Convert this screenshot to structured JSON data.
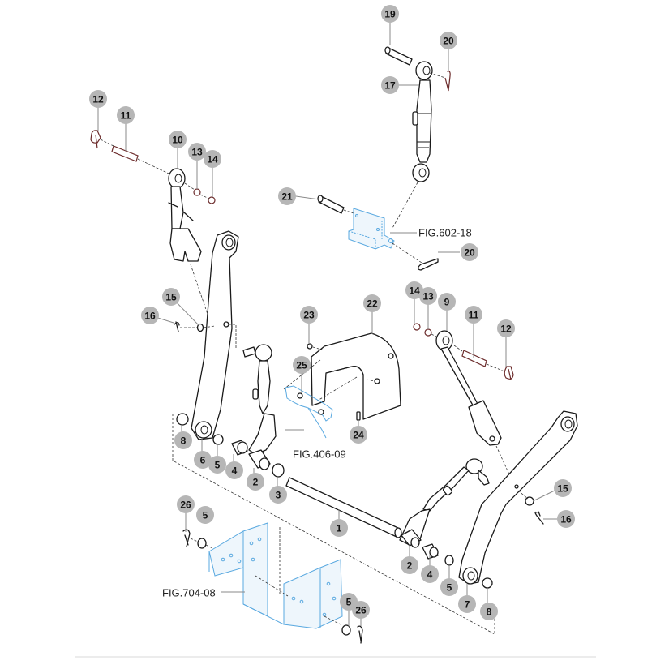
{
  "diagram": {
    "type": "exploded-parts-diagram",
    "colors": {
      "callout_bubble": "#b6b6b6",
      "callout_text": "#111111",
      "part_line": "#1a1a1a",
      "reference_figure_line": "#5aa9e0",
      "hardware_line": "#6b2a2a"
    },
    "callouts": [
      {
        "id": "c19",
        "label": "19"
      },
      {
        "id": "c20a",
        "label": "20"
      },
      {
        "id": "c17",
        "label": "17"
      },
      {
        "id": "c12a",
        "label": "12"
      },
      {
        "id": "c11a",
        "label": "11"
      },
      {
        "id": "c10",
        "label": "10"
      },
      {
        "id": "c13a",
        "label": "13"
      },
      {
        "id": "c14a",
        "label": "14"
      },
      {
        "id": "c21",
        "label": "21"
      },
      {
        "id": "c20b",
        "label": "20"
      },
      {
        "id": "c14b",
        "label": "14"
      },
      {
        "id": "c13b",
        "label": "13"
      },
      {
        "id": "c9",
        "label": "9"
      },
      {
        "id": "c11b",
        "label": "11"
      },
      {
        "id": "c12b",
        "label": "12"
      },
      {
        "id": "c15a",
        "label": "15"
      },
      {
        "id": "c16a",
        "label": "16"
      },
      {
        "id": "c23",
        "label": "23"
      },
      {
        "id": "c22",
        "label": "22"
      },
      {
        "id": "c25",
        "label": "25"
      },
      {
        "id": "c24",
        "label": "24"
      },
      {
        "id": "c8a",
        "label": "8"
      },
      {
        "id": "c6",
        "label": "6"
      },
      {
        "id": "c5a",
        "label": "5"
      },
      {
        "id": "c4a",
        "label": "4"
      },
      {
        "id": "c2a",
        "label": "2"
      },
      {
        "id": "c3",
        "label": "3"
      },
      {
        "id": "c1",
        "label": "1"
      },
      {
        "id": "c15b",
        "label": "15"
      },
      {
        "id": "c16b",
        "label": "16"
      },
      {
        "id": "c26a",
        "label": "26"
      },
      {
        "id": "c5b",
        "label": "5"
      },
      {
        "id": "c2b",
        "label": "2"
      },
      {
        "id": "c4b",
        "label": "4"
      },
      {
        "id": "c5c",
        "label": "5"
      },
      {
        "id": "c7",
        "label": "7"
      },
      {
        "id": "c8b",
        "label": "8"
      },
      {
        "id": "c5d",
        "label": "5"
      },
      {
        "id": "c26b",
        "label": "26"
      }
    ],
    "figure_references": [
      {
        "id": "fig602",
        "label": "FIG.602-18"
      },
      {
        "id": "fig406",
        "label": "FIG.406-09"
      },
      {
        "id": "fig704",
        "label": "FIG.704-08"
      }
    ]
  }
}
